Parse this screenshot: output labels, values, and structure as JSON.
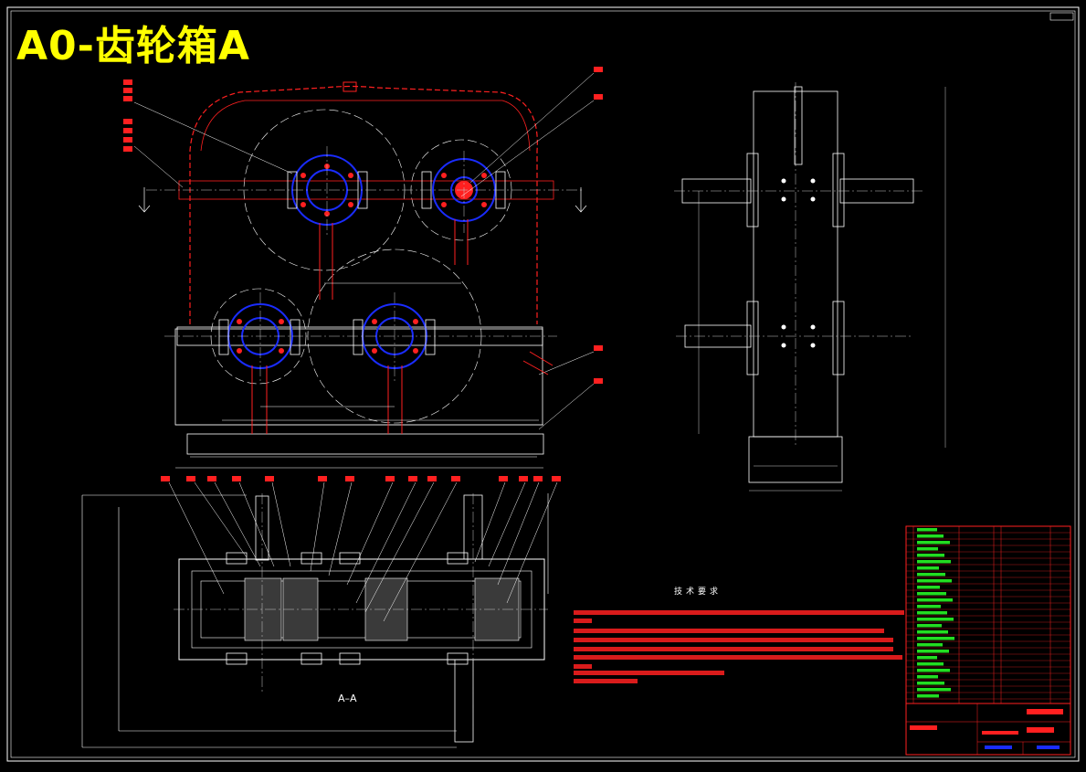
{
  "drawing": {
    "title": "A0-齿轮箱A",
    "section_label": "A–A",
    "tech_requirements_title": "技术要求",
    "colors": {
      "background": "#000000",
      "outline": "#ffffff",
      "housing": "#ff2020",
      "bearing": "#1a2cff",
      "title": "#ffff00",
      "center_line": "#c8c8c8"
    },
    "icons": [
      "gear-icon",
      "bearing-icon",
      "shaft-icon"
    ]
  }
}
